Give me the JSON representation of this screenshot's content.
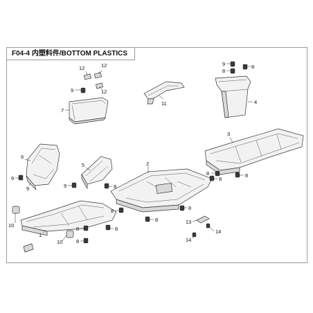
{
  "title": "F04-4 内塑料件/BOTTOM PLASTICS",
  "callouts": {
    "c1": "1",
    "c2": "2",
    "c3": "3",
    "c4": "4",
    "c5": "5",
    "c6": "6",
    "c7": "7",
    "c8": "8",
    "c9": "9",
    "c10": "10",
    "c11": "11",
    "c12": "12",
    "c13": "13",
    "c14": "14"
  },
  "colors": {
    "line": "#333333",
    "fill": "#f2f2f2",
    "shade": "#d9d9d9",
    "border": "#9a9a9a"
  }
}
